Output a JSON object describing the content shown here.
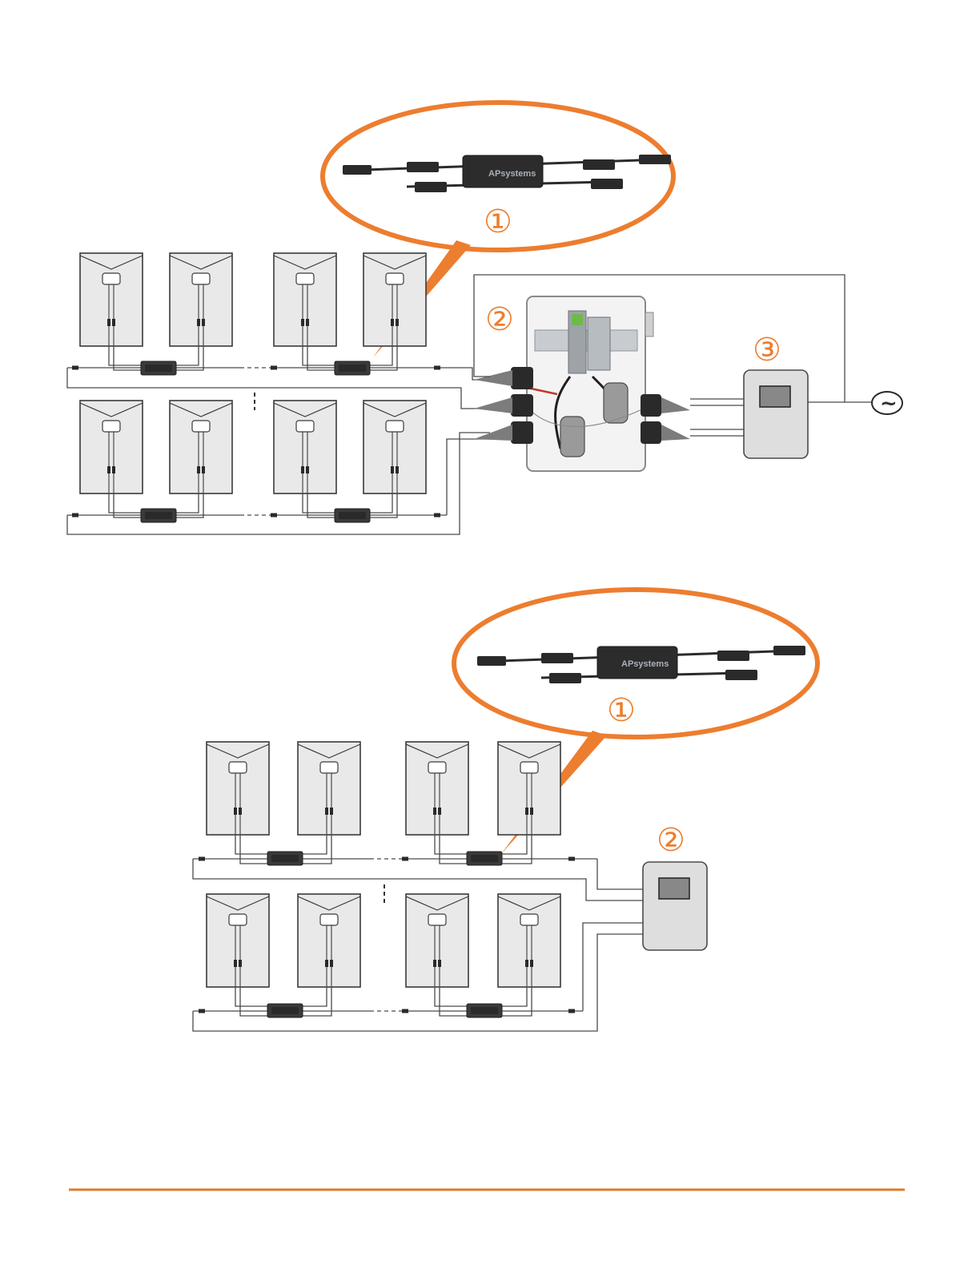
{
  "colors": {
    "accent": "#ed7d2f",
    "panel_fill": "#e9e9e9",
    "panel_stroke": "#3a3a3a",
    "device_fill": "#2a2a2a",
    "box_fill": "#dedede",
    "wire": "#4a4a4a",
    "footer_rule": "#e07b2a"
  },
  "diagram_top": {
    "callout_label": "①",
    "component_labels": {
      "junction_box": "②",
      "gateway": "③"
    },
    "brand_text": "APsystems",
    "ac_symbol": "~",
    "icons": [
      "microinverter-icon",
      "junction-box-icon",
      "gateway-icon",
      "ac-grid-icon"
    ]
  },
  "diagram_bottom": {
    "callout_label": "①",
    "component_labels": {
      "gateway": "②"
    },
    "brand_text": "APsystems",
    "icons": [
      "microinverter-icon",
      "gateway-icon"
    ]
  }
}
